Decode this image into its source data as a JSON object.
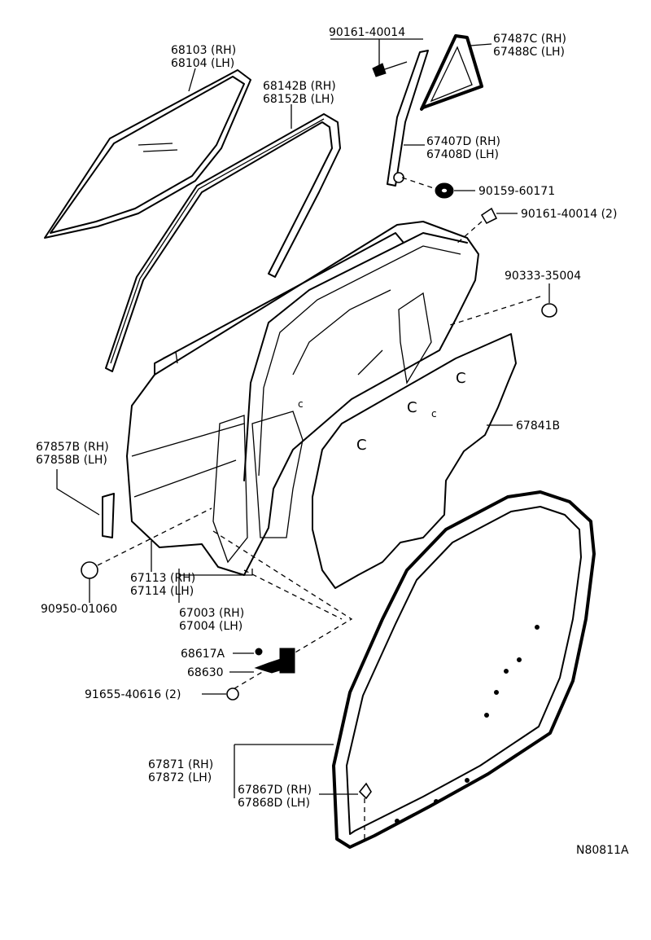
{
  "labels": {
    "glass_rh": "68103 (RH)",
    "glass_lh": "68104 (LH)",
    "run_rh": "68142B (RH)",
    "run_lh": "68152B (LH)",
    "screw_top": "90161-40014",
    "quarter_rh": "67487C (RH)",
    "quarter_lh": "67488C (LH)",
    "frame_rh": "67407D (RH)",
    "frame_lh": "67408D (LH)",
    "nut": "90159-60171",
    "screw_2": "90161-40014 (2)",
    "plug_right": "90333-35004",
    "cover": "67841B",
    "pad_rh": "67857B (RH)",
    "pad_lh": "67858B (LH)",
    "weather_rh": "67113 (RH)",
    "weather_lh": "67114 (LH)",
    "plug_left": "90950-01060",
    "panel_rh": "67003 (RH)",
    "panel_lh": "67004 (LH)",
    "pin": "68617A",
    "check": "68630",
    "bolt": "91655-40616 (2)",
    "strip_rh": "67871 (RH)",
    "strip_lh": "67872 (LH)",
    "clip_rh": "67867D (RH)",
    "clip_lh": "67868D (LH)",
    "code": "N80811A"
  }
}
